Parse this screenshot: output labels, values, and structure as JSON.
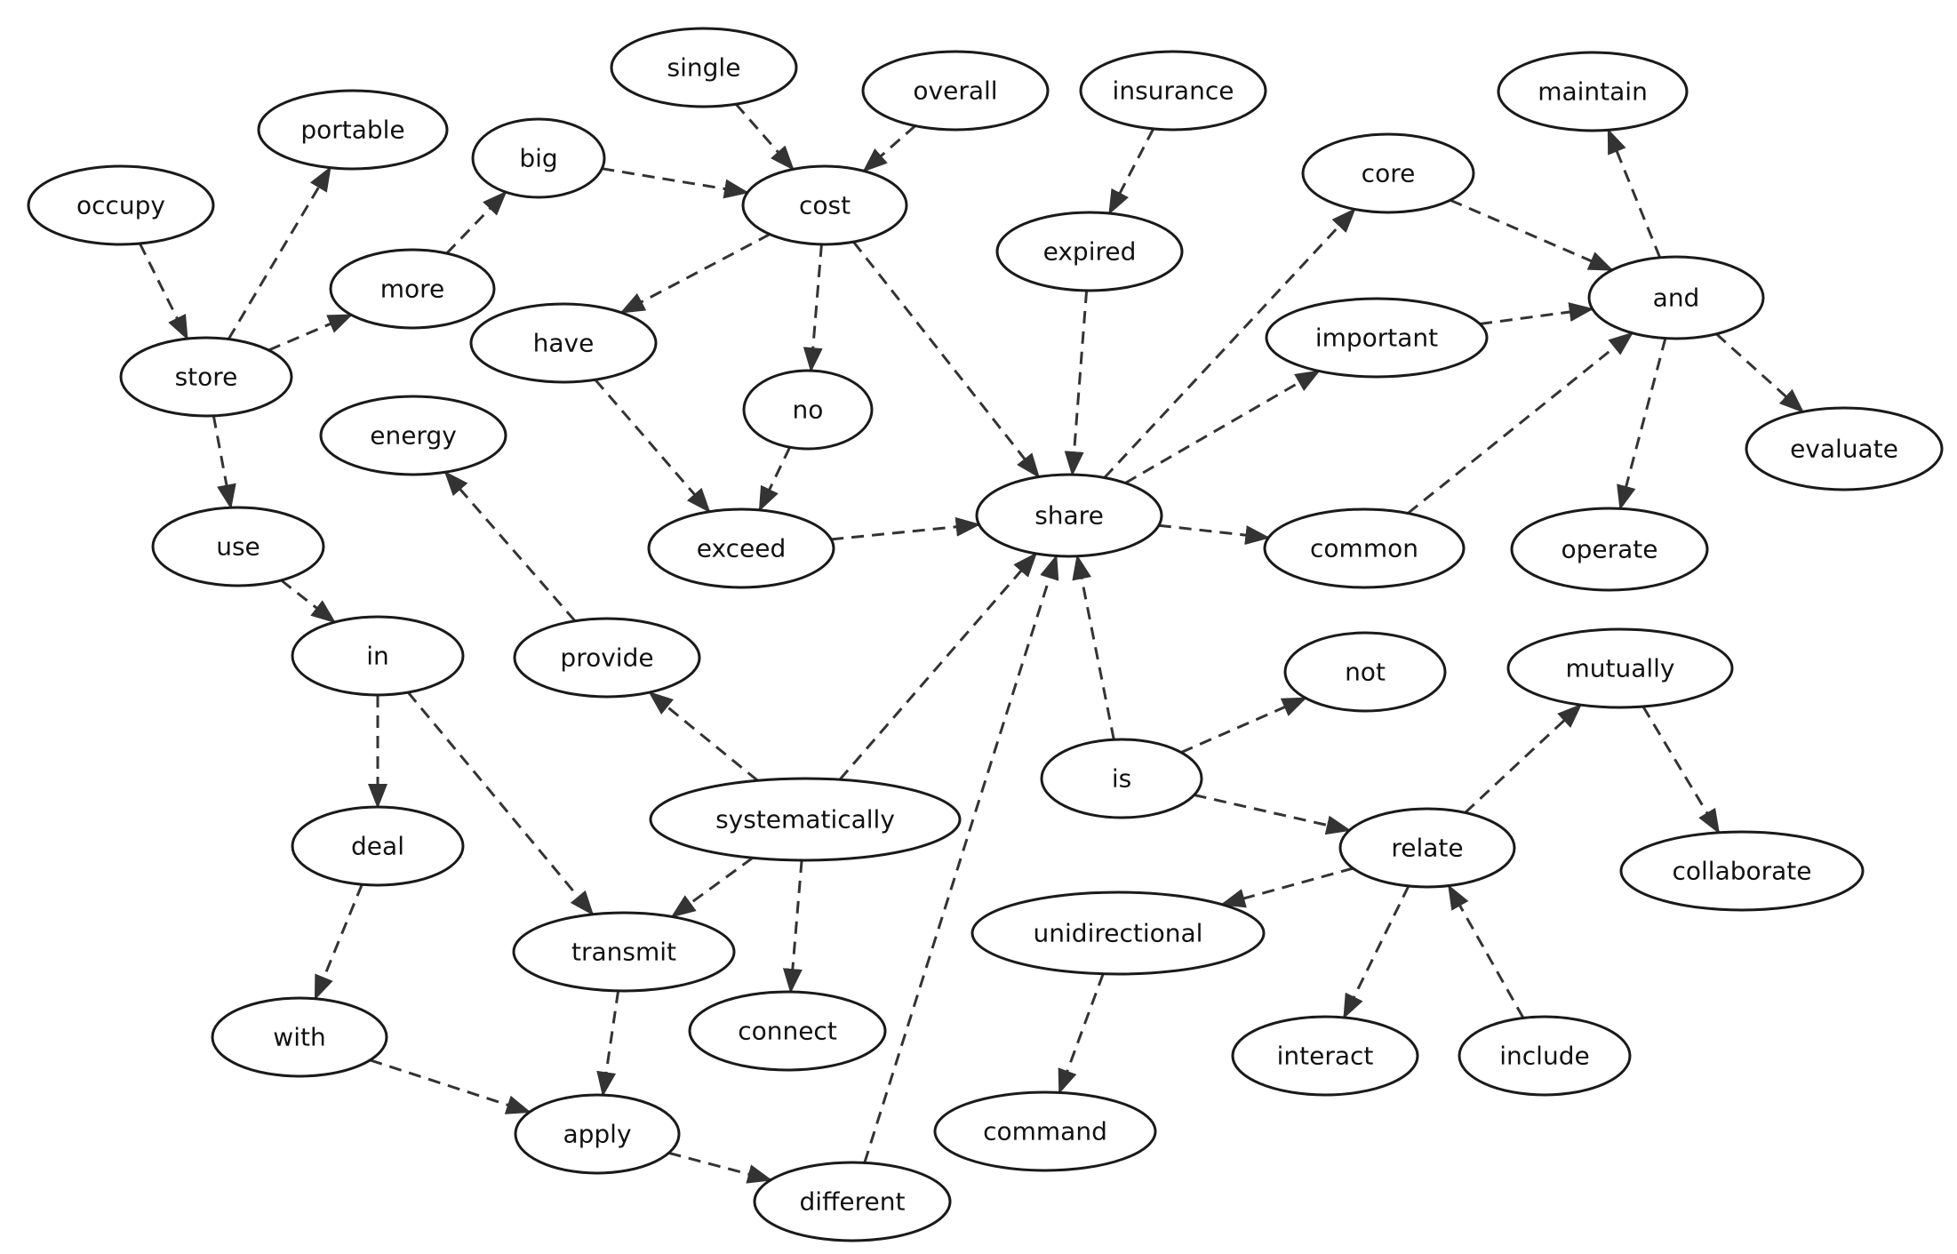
{
  "nodes": [
    {
      "id": "single",
      "label": "single"
    },
    {
      "id": "overall",
      "label": "overall"
    },
    {
      "id": "insurance",
      "label": "insurance"
    },
    {
      "id": "maintain",
      "label": "maintain"
    },
    {
      "id": "portable",
      "label": "portable"
    },
    {
      "id": "big",
      "label": "big"
    },
    {
      "id": "cost",
      "label": "cost"
    },
    {
      "id": "occupy",
      "label": "occupy"
    },
    {
      "id": "core",
      "label": "core"
    },
    {
      "id": "expired",
      "label": "expired"
    },
    {
      "id": "more",
      "label": "more"
    },
    {
      "id": "and",
      "label": "and"
    },
    {
      "id": "have",
      "label": "have"
    },
    {
      "id": "important",
      "label": "important"
    },
    {
      "id": "store",
      "label": "store"
    },
    {
      "id": "no",
      "label": "no"
    },
    {
      "id": "energy",
      "label": "energy"
    },
    {
      "id": "evaluate",
      "label": "evaluate"
    },
    {
      "id": "share",
      "label": "share"
    },
    {
      "id": "use",
      "label": "use"
    },
    {
      "id": "exceed",
      "label": "exceed"
    },
    {
      "id": "common",
      "label": "common"
    },
    {
      "id": "operate",
      "label": "operate"
    },
    {
      "id": "in",
      "label": "in"
    },
    {
      "id": "provide",
      "label": "provide"
    },
    {
      "id": "not",
      "label": "not"
    },
    {
      "id": "mutually",
      "label": "mutually"
    },
    {
      "id": "is",
      "label": "is"
    },
    {
      "id": "systematically",
      "label": "systematically"
    },
    {
      "id": "deal",
      "label": "deal"
    },
    {
      "id": "relate",
      "label": "relate"
    },
    {
      "id": "collaborate",
      "label": "collaborate"
    },
    {
      "id": "unidirectional",
      "label": "unidirectional"
    },
    {
      "id": "transmit",
      "label": "transmit"
    },
    {
      "id": "with",
      "label": "with"
    },
    {
      "id": "connect",
      "label": "connect"
    },
    {
      "id": "interact",
      "label": "interact"
    },
    {
      "id": "include",
      "label": "include"
    },
    {
      "id": "apply",
      "label": "apply"
    },
    {
      "id": "command",
      "label": "command"
    },
    {
      "id": "different",
      "label": "different"
    }
  ],
  "edges": [
    {
      "from": "single",
      "to": "cost"
    },
    {
      "from": "overall",
      "to": "cost"
    },
    {
      "from": "insurance",
      "to": "expired"
    },
    {
      "from": "occupy",
      "to": "store"
    },
    {
      "from": "store",
      "to": "portable"
    },
    {
      "from": "more",
      "to": "big"
    },
    {
      "from": "big",
      "to": "cost"
    },
    {
      "from": "store",
      "to": "more"
    },
    {
      "from": "cost",
      "to": "have"
    },
    {
      "from": "cost",
      "to": "no"
    },
    {
      "from": "cost",
      "to": "share"
    },
    {
      "from": "store",
      "to": "use"
    },
    {
      "from": "have",
      "to": "exceed"
    },
    {
      "from": "no",
      "to": "exceed"
    },
    {
      "from": "exceed",
      "to": "share"
    },
    {
      "from": "expired",
      "to": "share"
    },
    {
      "from": "share",
      "to": "core"
    },
    {
      "from": "share",
      "to": "important"
    },
    {
      "from": "share",
      "to": "common"
    },
    {
      "from": "core",
      "to": "and"
    },
    {
      "from": "important",
      "to": "and"
    },
    {
      "from": "common",
      "to": "and"
    },
    {
      "from": "and",
      "to": "maintain"
    },
    {
      "from": "and",
      "to": "evaluate"
    },
    {
      "from": "and",
      "to": "operate"
    },
    {
      "from": "use",
      "to": "in"
    },
    {
      "from": "in",
      "to": "deal"
    },
    {
      "from": "in",
      "to": "transmit"
    },
    {
      "from": "provide",
      "to": "energy"
    },
    {
      "from": "systematically",
      "to": "provide"
    },
    {
      "from": "systematically",
      "to": "share"
    },
    {
      "from": "systematically",
      "to": "transmit"
    },
    {
      "from": "systematically",
      "to": "connect"
    },
    {
      "from": "is",
      "to": "share"
    },
    {
      "from": "is",
      "to": "not"
    },
    {
      "from": "is",
      "to": "relate"
    },
    {
      "from": "relate",
      "to": "mutually"
    },
    {
      "from": "mutually",
      "to": "collaborate"
    },
    {
      "from": "relate",
      "to": "unidirectional"
    },
    {
      "from": "relate",
      "to": "interact"
    },
    {
      "from": "include",
      "to": "relate"
    },
    {
      "from": "unidirectional",
      "to": "command"
    },
    {
      "from": "deal",
      "to": "with"
    },
    {
      "from": "with",
      "to": "apply"
    },
    {
      "from": "transmit",
      "to": "apply"
    },
    {
      "from": "apply",
      "to": "different"
    },
    {
      "from": "different",
      "to": "share"
    }
  ]
}
